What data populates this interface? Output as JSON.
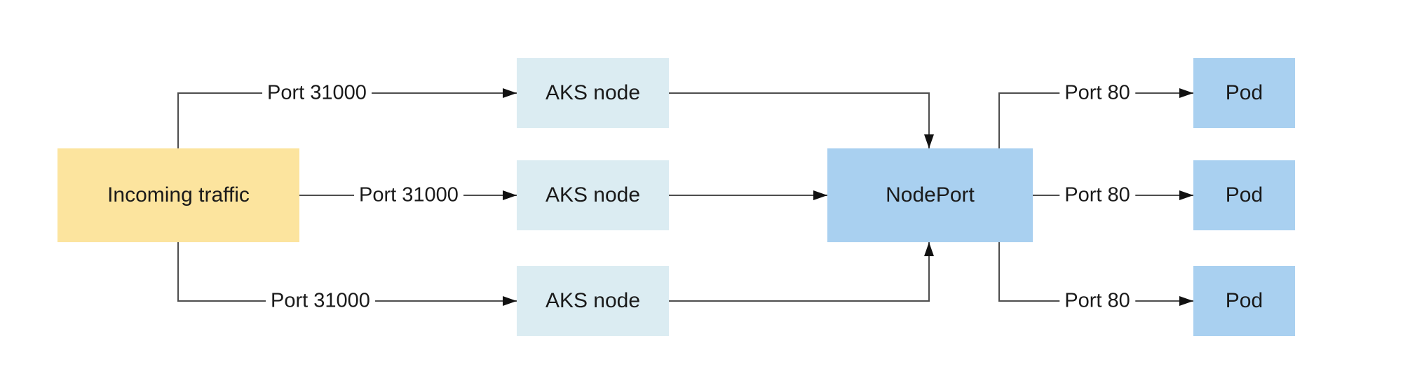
{
  "colors": {
    "background": "#ffffff",
    "incoming_fill": "#fce49e",
    "aks_fill": "#dbecf2",
    "nodeport_fill": "#a9d0f0",
    "pod_fill": "#a9d0f0",
    "line": "#4d4d4d",
    "arrow": "#111111",
    "text": "#1a1a1a"
  },
  "nodes": {
    "incoming": {
      "label": "Incoming traffic"
    },
    "aks": [
      {
        "label": "AKS node"
      },
      {
        "label": "AKS node"
      },
      {
        "label": "AKS node"
      }
    ],
    "nodeport": {
      "label": "NodePort"
    },
    "pods": [
      {
        "label": "Pod"
      },
      {
        "label": "Pod"
      },
      {
        "label": "Pod"
      }
    ]
  },
  "edges": {
    "incoming_to_aks": [
      {
        "label": "Port 31000"
      },
      {
        "label": "Port 31000"
      },
      {
        "label": "Port 31000"
      }
    ],
    "nodeport_to_pods": [
      {
        "label": "Port 80"
      },
      {
        "label": "Port 80"
      },
      {
        "label": "Port 80"
      }
    ]
  }
}
